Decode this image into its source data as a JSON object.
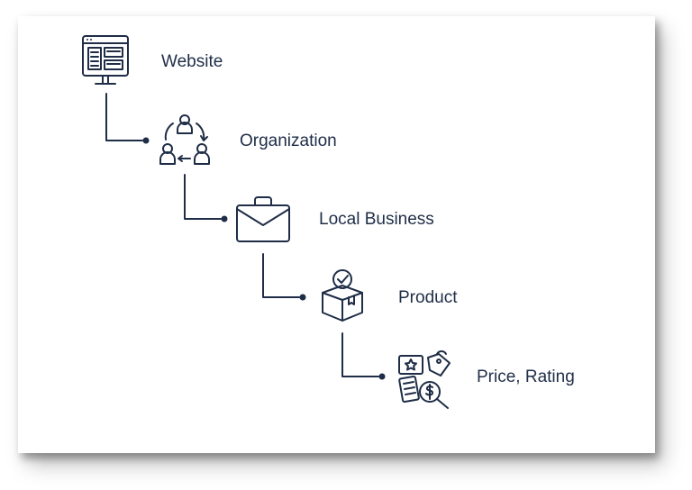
{
  "nodes": [
    {
      "label": "Website",
      "icon": "website-icon"
    },
    {
      "label": "Organization",
      "icon": "organization-icon"
    },
    {
      "label": "Local Business",
      "icon": "briefcase-icon"
    },
    {
      "label": "Product",
      "icon": "product-box-icon"
    },
    {
      "label": "Price, Rating",
      "icon": "price-rating-icon"
    }
  ],
  "colors": {
    "ink": "#1f2d47",
    "background": "#ffffff"
  }
}
